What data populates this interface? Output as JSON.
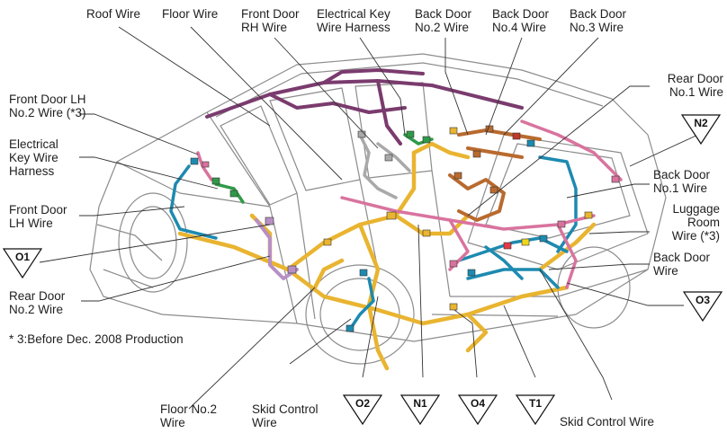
{
  "labels": {
    "roof_wire": "Roof Wire",
    "floor_wire": "Floor Wire",
    "front_door_rh_wire": "Front Door\nRH Wire",
    "electrical_key_wire_harness_top": "Electrical Key\nWire Harness",
    "back_door_no2_wire": "Back Door\nNo.2 Wire",
    "back_door_no4_wire": "Back Door\nNo.4 Wire",
    "back_door_no3_wire": "Back Door\nNo.3 Wire",
    "rear_door_no1_wire": "Rear Door\nNo.1 Wire",
    "front_door_lh_no2_wire": "Front Door LH\nNo.2 Wire (*3)",
    "electrical_key_wire_harness_left": "Electrical\nKey Wire\nHarness",
    "front_door_lh_wire": "Front Door\nLH Wire",
    "back_door_no1_wire": "Back Door\nNo.1 Wire",
    "luggage_room_wire": "Luggage\nRoom\nWire (*3)",
    "rear_door_no2_wire": "Rear Door\nNo.2 Wire",
    "back_door_wire": "Back Door\nWire",
    "footnote": "* 3:Before Dec. 2008 Production",
    "floor_no2_wire": "Floor No.2\nWire",
    "skid_control_wire_bottom": "Skid Control\nWire",
    "skid_control_wire_right": "Skid Control Wire"
  },
  "markers": {
    "n2": "N2",
    "o1": "O1",
    "o3": "O3",
    "o2": "O2",
    "n1": "N1",
    "o4": "O4",
    "t1": "T1"
  },
  "colors": {
    "roof": "#7a3b6e",
    "floor": "#e9b430",
    "blue": "#1d8ab0",
    "pink": "#d9739e",
    "orange": "#b96a2e",
    "green": "#2f9a48",
    "gray": "#a9a9a9",
    "lavender": "#b88fc4",
    "body_line": "#8c8c8c"
  }
}
